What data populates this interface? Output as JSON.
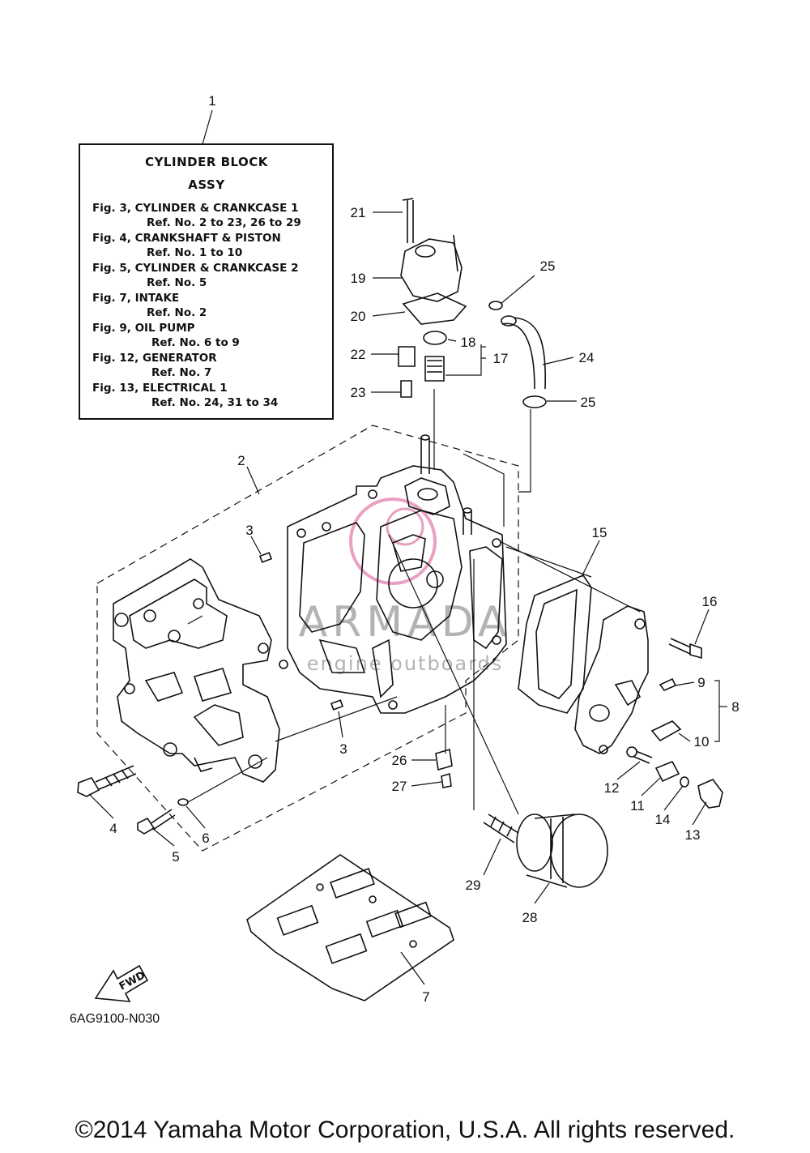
{
  "title_box": {
    "title_line1": "CYLINDER BLOCK",
    "title_line2": "ASSY",
    "lines": [
      "Fig. 3, CYLINDER & CRANKCASE 1",
      "Ref. No. 2 to 23, 26 to 29",
      "Fig. 4, CRANKSHAFT & PISTON",
      "Ref. No. 1 to 10",
      "Fig. 5, CYLINDER & CRANKCASE 2",
      "Ref. No. 5",
      "Fig. 7, INTAKE",
      "Ref. No. 2",
      "Fig. 9, OIL PUMP",
      "Ref. No. 6 to 9",
      "Fig. 12, GENERATOR",
      "Ref. No. 7",
      "Fig. 13, ELECTRICAL 1",
      "Ref. No. 24, 31 to 34"
    ]
  },
  "callouts": {
    "c1": "1",
    "c2": "2",
    "c3a": "3",
    "c3b": "3",
    "c4": "4",
    "c5": "5",
    "c6": "6",
    "c7": "7",
    "c8": "8",
    "c9": "9",
    "c10": "10",
    "c11": "11",
    "c12": "12",
    "c13": "13",
    "c14": "14",
    "c15": "15",
    "c16": "16",
    "c17": "17",
    "c18": "18",
    "c19": "19",
    "c20": "20",
    "c21": "21",
    "c22": "22",
    "c23": "23",
    "c24": "24",
    "c25a": "25",
    "c25b": "25",
    "c26": "26",
    "c27": "27",
    "c28": "28",
    "c29": "29"
  },
  "fwd_label": "FWD",
  "diagram_code": "6AG9100-N030",
  "watermark": {
    "brand": "ARMADA",
    "tagline": "engine outboards"
  },
  "copyright": "©2014 Yamaha Motor Corporation, U.S.A. All rights reserved."
}
